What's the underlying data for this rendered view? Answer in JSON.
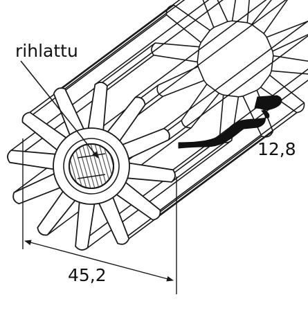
{
  "labels": {
    "spline": "rihlattu",
    "spline_width": "12,8",
    "outer_diameter": "45,2"
  },
  "colors": {
    "line": "#1a1a1a",
    "background": "#ffffff",
    "spline_hatch": "#555555",
    "break_fill": "#111111"
  },
  "drawing": {
    "blade_count": 12
  }
}
